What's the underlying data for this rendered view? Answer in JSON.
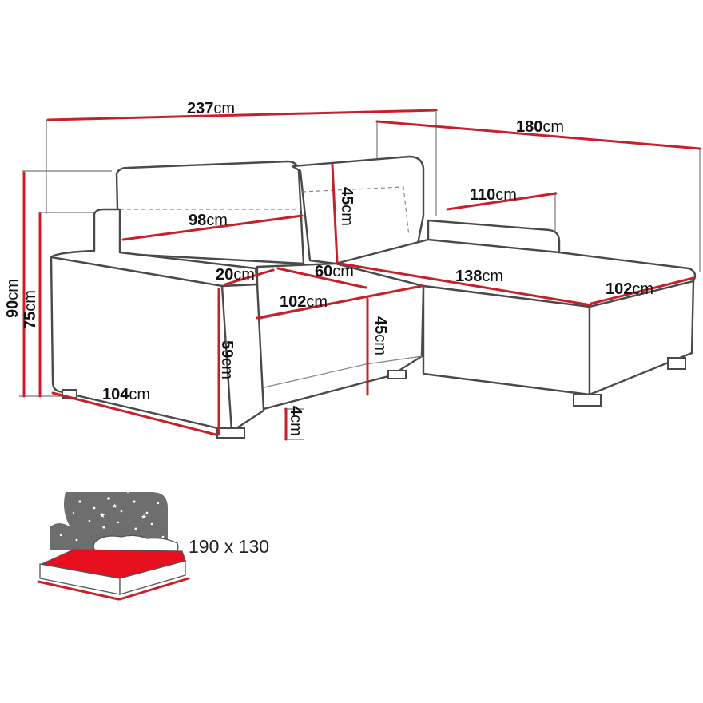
{
  "dimensions": {
    "unit": "cm",
    "overall_width": "237",
    "chaise_length": "180",
    "chaise_back_width": "110",
    "overall_height": "90",
    "armrest_height": "75",
    "back_cushion_width": "98",
    "back_cushion_height": "45",
    "armrest_width": "20",
    "seat_depth": "60",
    "chaise_seat_length": "138",
    "seat_width": "102",
    "chaise_width": "102",
    "seat_height": "45",
    "side_height": "59",
    "side_depth": "104",
    "leg_height": "4"
  },
  "bed": {
    "size_label": "190 x 130",
    "colors": {
      "mattress": "#e8101e",
      "night_sky": "#6e6e6e",
      "stars": "#ffffff"
    }
  },
  "colors": {
    "dimension_line": "#c8202a",
    "outline": "#4a4a4a"
  }
}
